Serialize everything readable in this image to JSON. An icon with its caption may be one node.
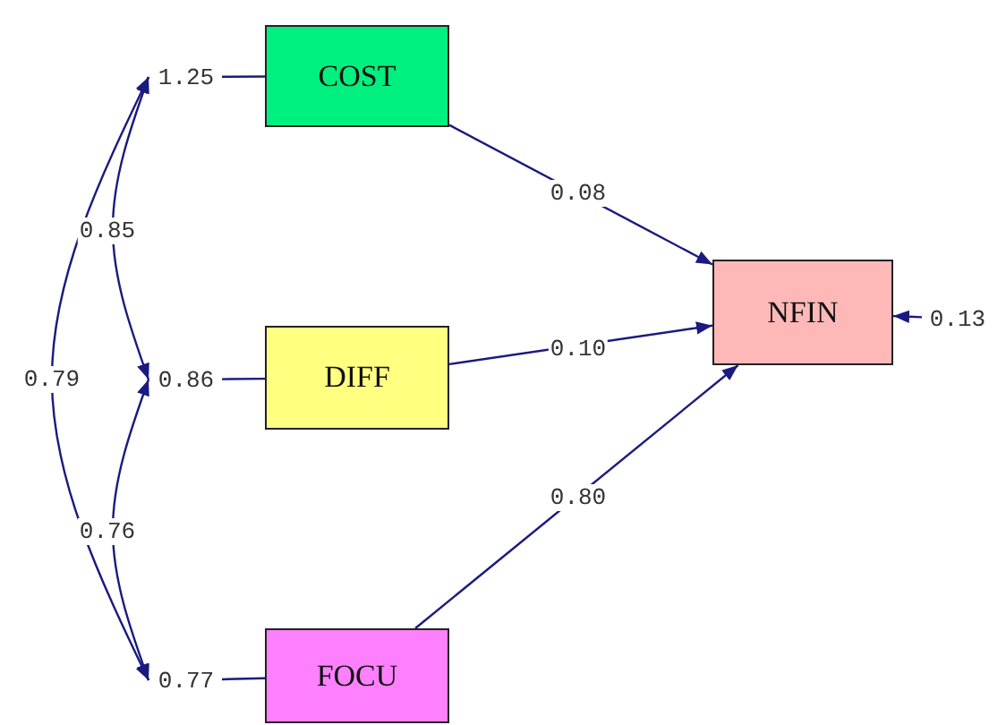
{
  "diagram": {
    "nodes": [
      {
        "text": [
          "COST"
        ]
      },
      {
        "text": [
          "DIFF"
        ]
      },
      {
        "text": [
          "FOCU"
        ]
      },
      {
        "text": [
          "NFIN"
        ]
      },
      {
        "text": [
          "1.25"
        ]
      },
      {
        "text": [
          "0.86"
        ]
      },
      {
        "text": [
          "0.77"
        ]
      },
      {
        "text": [
          "0.13"
        ]
      }
    ],
    "edges": [
      {
        "from": 4,
        "to": 0,
        "arrow": "none"
      },
      {
        "from": 5,
        "to": 1,
        "arrow": "none"
      },
      {
        "from": 6,
        "to": 2,
        "arrow": "none"
      },
      {
        "from": 0,
        "to": 3,
        "label": "0.08",
        "arrow": "to"
      },
      {
        "from": 1,
        "to": 3,
        "label": "0.10",
        "arrow": "to"
      },
      {
        "from": 2,
        "to": 3,
        "label": "0.80",
        "arrow": "to"
      },
      {
        "from": 7,
        "to": 3,
        "arrow": "to"
      },
      {
        "from": 4,
        "to": 5,
        "label": "0.85",
        "arrow": "both"
      },
      {
        "from": 5,
        "to": 6,
        "label": "0.76",
        "arrow": "both"
      },
      {
        "from": 4,
        "to": 6,
        "label": "0.79",
        "arrow": "both"
      }
    ]
  }
}
